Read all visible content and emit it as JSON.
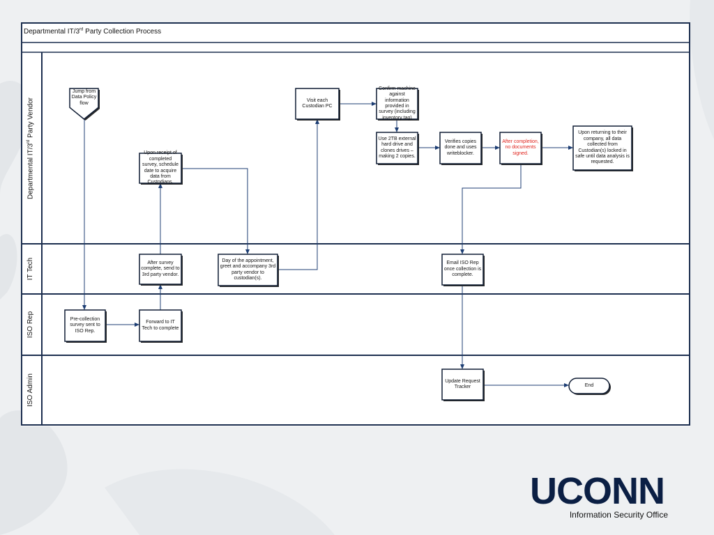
{
  "title": {
    "prefix": "Departmental IT/3",
    "sup": "rd",
    "suffix": " Party Collection Process"
  },
  "lanes": [
    {
      "key": "vendor",
      "prefix": "Departmental IT/3",
      "sup": "rd",
      "suffix": " Party Vendor"
    },
    {
      "key": "ittech",
      "prefix": "IT Tech",
      "sup": "",
      "suffix": ""
    },
    {
      "key": "isorep",
      "prefix": "ISO Rep",
      "sup": "",
      "suffix": ""
    },
    {
      "key": "isoadmin",
      "prefix": "ISO Admin",
      "sup": "",
      "suffix": ""
    }
  ],
  "nodes": [
    {
      "id": "jump",
      "shape": "offpage",
      "text": "Jump from Data Policy flow",
      "color": "#111111"
    },
    {
      "id": "precollect",
      "shape": "process",
      "text": "Pre-collection survey sent to ISO Rep.",
      "color": "#111111"
    },
    {
      "id": "forward",
      "shape": "process",
      "text": "Forward to IT Tech to complete",
      "color": "#111111"
    },
    {
      "id": "aftersurvey",
      "shape": "process",
      "text": "After survey complete, send to 3rd party vendor.",
      "color": "#111111"
    },
    {
      "id": "uponreceipt",
      "shape": "process",
      "text": "Upon receipt of completed survey, schedule date to acquire data from Custodians.",
      "color": "#111111"
    },
    {
      "id": "dayof",
      "shape": "process",
      "text": "Day of the appointment, greet and accompany 3rd party vendor to custodian(s).",
      "color": "#111111"
    },
    {
      "id": "visit",
      "shape": "process",
      "text": "Visit each Custodian PC",
      "color": "#111111"
    },
    {
      "id": "confirm",
      "shape": "process",
      "text": "Confirm machine against information provided in survey (including inventory tag)",
      "color": "#111111"
    },
    {
      "id": "use2tb",
      "shape": "process",
      "text": "Use 2TB external hard drive and clones drives – making 2 copies.",
      "color": "#111111"
    },
    {
      "id": "verifies",
      "shape": "process",
      "text": "Verifies copies done and uses writeblocker.",
      "color": "#111111"
    },
    {
      "id": "aftercompletion",
      "shape": "process",
      "text": "After completion, no documents signed.",
      "color": "#e0231c"
    },
    {
      "id": "returning",
      "shape": "process",
      "text": "Upon returning to their company, all data collected from Custodian(s) locked in safe until data analysis is requested.",
      "color": "#111111"
    },
    {
      "id": "emailiso",
      "shape": "process",
      "text": "Email ISO Rep once collection is complete.",
      "color": "#111111"
    },
    {
      "id": "update",
      "shape": "process",
      "text": "Update Request Tracker",
      "color": "#111111"
    },
    {
      "id": "end",
      "shape": "terminator",
      "text": "End",
      "color": "#111111"
    }
  ],
  "edges": [
    {
      "from": "jump",
      "to": "precollect"
    },
    {
      "from": "precollect",
      "to": "forward"
    },
    {
      "from": "forward",
      "to": "aftersurvey"
    },
    {
      "from": "aftersurvey",
      "to": "uponreceipt"
    },
    {
      "from": "uponreceipt",
      "to": "dayof"
    },
    {
      "from": "dayof",
      "to": "visit"
    },
    {
      "from": "visit",
      "to": "confirm"
    },
    {
      "from": "confirm",
      "to": "use2tb"
    },
    {
      "from": "use2tb",
      "to": "verifies"
    },
    {
      "from": "verifies",
      "to": "aftercompletion"
    },
    {
      "from": "aftercompletion",
      "to": "returning"
    },
    {
      "from": "aftercompletion",
      "to": "emailiso"
    },
    {
      "from": "emailiso",
      "to": "update"
    },
    {
      "from": "update",
      "to": "end"
    }
  ],
  "colors": {
    "border": "#1c2e4f",
    "edge": "#1c3d73",
    "node_border": "#0f1c33",
    "shadow": "#2a2a2a",
    "logo": "#0b1f44"
  },
  "logo": {
    "text": "UCONN",
    "subtitle": "Information Security Office"
  }
}
